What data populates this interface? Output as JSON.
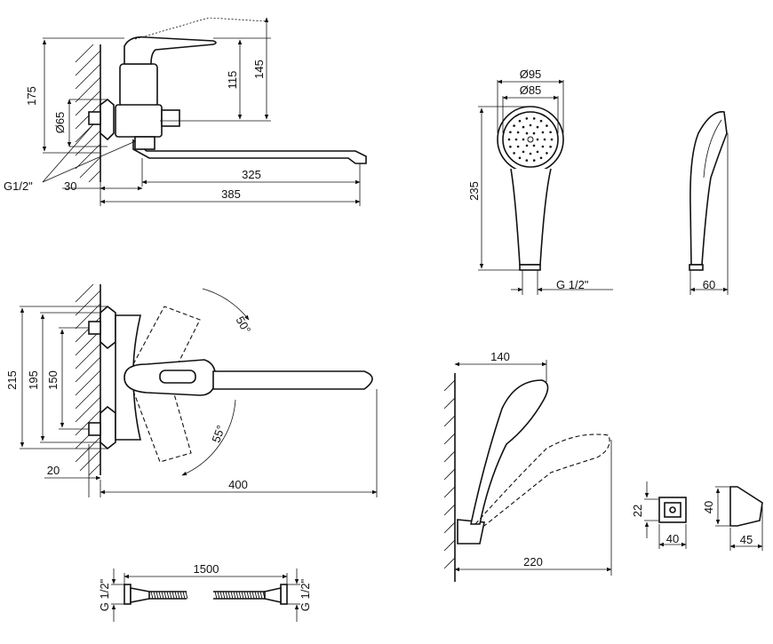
{
  "dimensions": {
    "top_view": {
      "height_175": "175",
      "height_115": "115",
      "height_145": "145",
      "diameter_65": "Ø65",
      "thread_g12": "G1/2\"",
      "offset_30": "30",
      "spout_325": "325",
      "overall_385": "385"
    },
    "shower_head": {
      "diameter_95": "Ø95",
      "diameter_85": "Ø85",
      "length_235": "235",
      "thread_g12": "G 1/2\"",
      "depth_60": "60"
    },
    "front_view": {
      "height_215": "215",
      "height_195": "195",
      "height_150": "150",
      "angle_50": "50°",
      "angle_55": "55°",
      "offset_20": "20",
      "spout_400": "400"
    },
    "holder_view": {
      "reach_140": "140",
      "reach_220": "220",
      "bracket_22": "22",
      "bracket_40w": "40",
      "bracket_40h": "40",
      "bracket_45": "45"
    },
    "hose": {
      "length_1500": "1500",
      "thread_left": "G 1/2\"",
      "thread_right": "G 1/2\""
    }
  }
}
